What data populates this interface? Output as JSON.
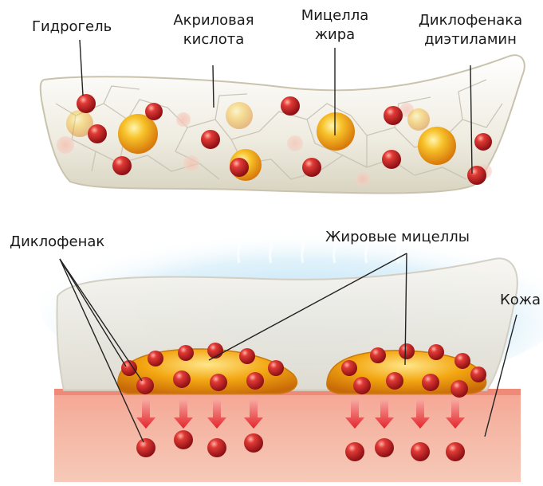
{
  "colors": {
    "particle": "#d8262e",
    "fat_micelle": "#f3a712",
    "skin": "#f08d7b",
    "arrow": "#e8393c",
    "gel": "#e9e6d8",
    "glow": "#bfe3f5"
  },
  "top_labels": {
    "hydrogel": "Гидрогель",
    "acrylic_acid_1": "Акриловая",
    "acrylic_acid_2": "кислота",
    "fat_micelle_1": "Мицелла",
    "fat_micelle_2": "жира",
    "diclofenac_dea_1": "Диклофенака",
    "diclofenac_dea_2": "диэтиламин"
  },
  "bottom_labels": {
    "diclofenac": "Диклофенак",
    "fat_micelles": "Жировые мицеллы",
    "skin": "Кожа"
  }
}
